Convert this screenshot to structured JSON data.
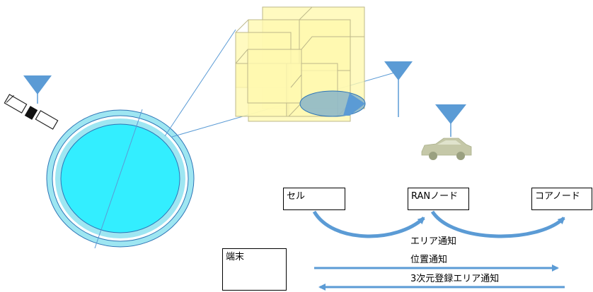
{
  "nodes": {
    "cell": "セル",
    "ran_node": "RANノード",
    "core_node": "コアノード",
    "terminal": "端末"
  },
  "messages": {
    "area_notification": "エリア通知",
    "location_notification": "位置通知",
    "area_3d_registration_notification": "3次元登録エリア通知"
  },
  "colors": {
    "antenna": "#5b9bd5",
    "arrow": "#5b9bd5",
    "cell_fill": "#33eeff",
    "cell_rings": "#9ee6f2",
    "cube_fill": "#fff9b0",
    "cube_edge": "#c9c9a0",
    "line": "#5b9bd5"
  }
}
